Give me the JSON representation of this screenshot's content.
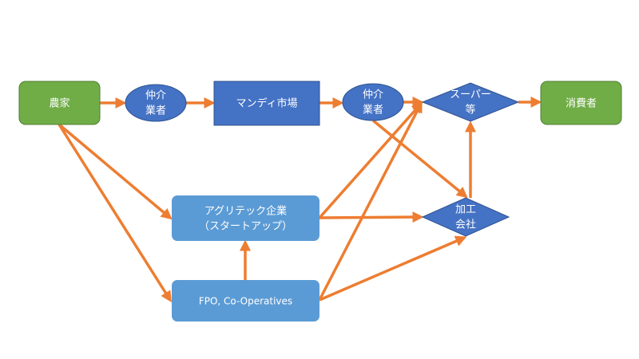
{
  "colors": {
    "green": "#70AD47",
    "green_border": "#507E32",
    "dark_blue": "#4472C4",
    "dark_blue_border": "#2F528F",
    "light_blue": "#5B9BD5",
    "arrow": "#ED7D31",
    "text": "#FFFFFF"
  },
  "nodes": {
    "farmer": {
      "lines": [
        "農家"
      ]
    },
    "broker1": {
      "lines": [
        "仲介",
        "業者"
      ]
    },
    "mandi": {
      "lines": [
        "マンディ市場"
      ]
    },
    "broker2": {
      "lines": [
        "仲介",
        "業者"
      ]
    },
    "supermarket": {
      "lines": [
        "スーパー",
        "等"
      ]
    },
    "consumer": {
      "lines": [
        "消費者"
      ]
    },
    "agritech": {
      "lines": [
        "アグリテック企業",
        "（スタートアップ）"
      ]
    },
    "fpo": {
      "lines": [
        "FPO, Co-Operatives"
      ]
    },
    "processor": {
      "lines": [
        "加工",
        "会社"
      ]
    }
  },
  "edges": [
    {
      "from": "farmer",
      "to": "broker1"
    },
    {
      "from": "broker1",
      "to": "mandi"
    },
    {
      "from": "mandi",
      "to": "broker2"
    },
    {
      "from": "broker2",
      "to": "supermarket"
    },
    {
      "from": "supermarket",
      "to": "consumer"
    },
    {
      "from": "farmer",
      "to": "agritech"
    },
    {
      "from": "farmer",
      "to": "fpo"
    },
    {
      "from": "fpo",
      "to": "agritech"
    },
    {
      "from": "agritech",
      "to": "supermarket"
    },
    {
      "from": "agritech",
      "to": "processor"
    },
    {
      "from": "fpo",
      "to": "supermarket"
    },
    {
      "from": "fpo",
      "to": "processor"
    },
    {
      "from": "broker2",
      "to": "processor"
    },
    {
      "from": "processor",
      "to": "supermarket"
    }
  ]
}
